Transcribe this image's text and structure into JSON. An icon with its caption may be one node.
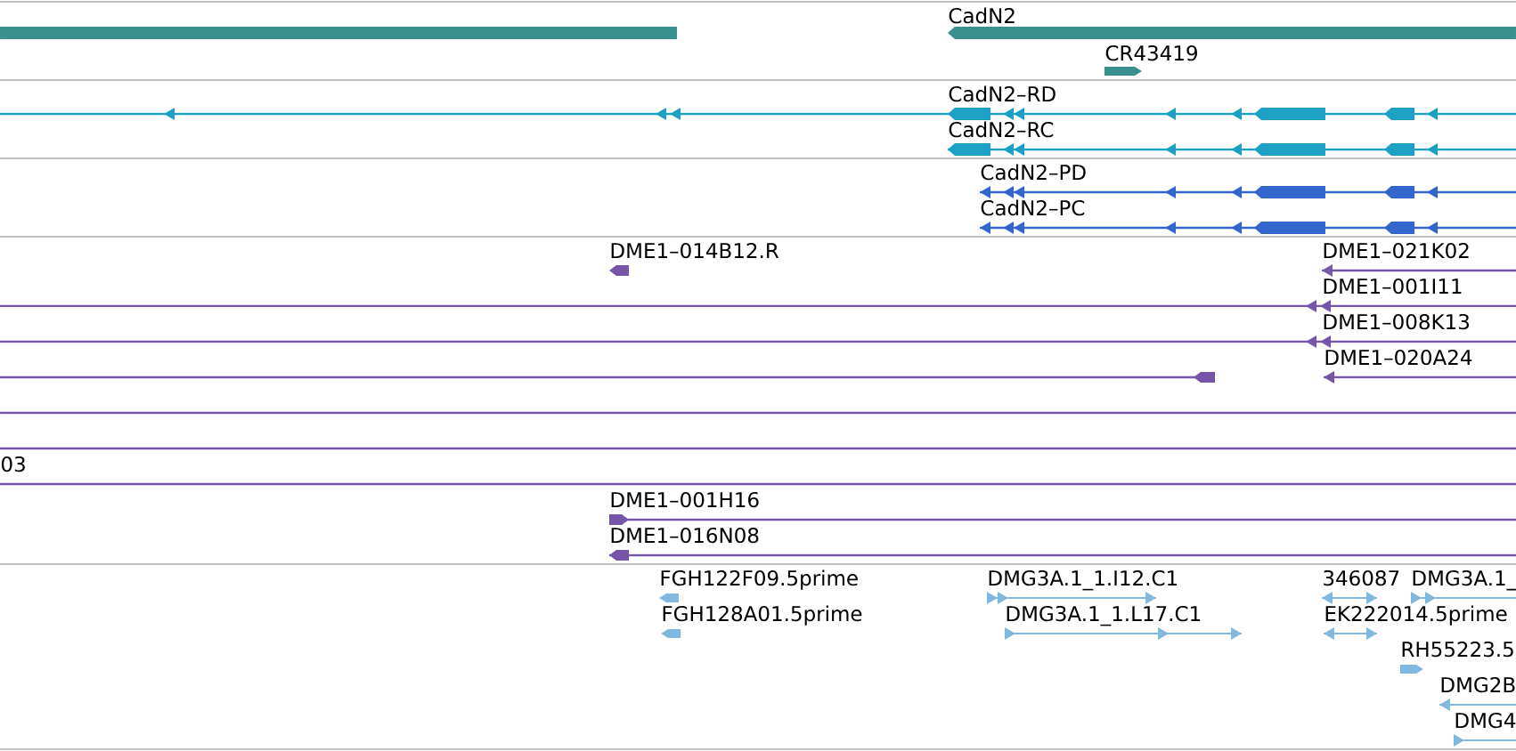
{
  "diagram": {
    "labels": [
      "CadN2",
      "CR43419",
      "CadN2–RD",
      "CadN2–RC",
      "CadN2–PD",
      "CadN2–PC",
      "DME1–014B12.R",
      "DME1–021K02",
      "DME1–001I11",
      "DME1–008K13",
      "DME1–020A24",
      "03",
      "DME1–001H16",
      "DME1–016N08",
      "FGH122F09.5prime",
      "DMG3A.1_1.I12.C1",
      "346087",
      "DMG3A.1_",
      "FGH128A01.5prime",
      "DMG3A.1_1.L17.C1",
      "EK222014.5prime",
      "RH55223.5",
      "DMG2B",
      "DMG4"
    ]
  }
}
